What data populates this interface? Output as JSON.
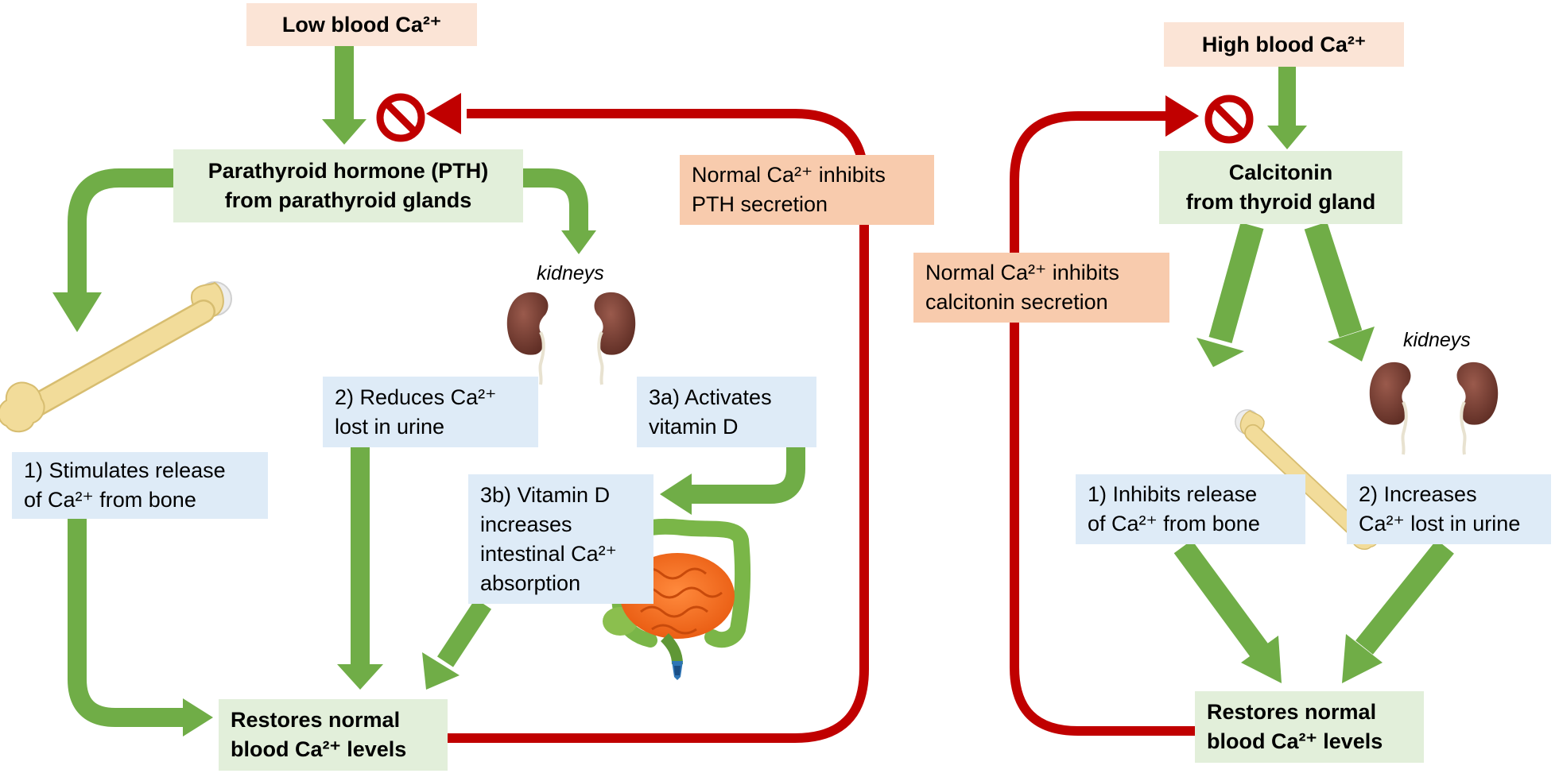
{
  "left": {
    "trigger": [
      "Low blood Ca²⁺"
    ],
    "hormone": [
      "Parathyroid hormone (PTH)",
      "from parathyroid glands"
    ],
    "feedback": [
      "Normal Ca²⁺ inhibits",
      "PTH secretion"
    ],
    "organ_label": "kidneys",
    "effect_bone": [
      "1) Stimulates release",
      "of Ca²⁺ from bone"
    ],
    "effect_kidney": [
      "2) Reduces Ca²⁺",
      "lost in urine"
    ],
    "effect_vitd": [
      "3a) Activates",
      "vitamin D"
    ],
    "effect_intestine": [
      "3b) Vitamin D",
      "increases",
      "intestinal Ca²⁺",
      "absorption"
    ],
    "result": [
      "Restores normal",
      "blood Ca²⁺ levels"
    ]
  },
  "right": {
    "trigger": [
      "High blood Ca²⁺"
    ],
    "hormone": [
      "Calcitonin",
      "from thyroid gland"
    ],
    "feedback": [
      "Normal Ca²⁺ inhibits",
      "calcitonin secretion"
    ],
    "organ_label": "kidneys",
    "effect_bone": [
      "1) Inhibits release",
      "of Ca²⁺ from bone"
    ],
    "effect_kidney": [
      "2) Increases",
      "Ca²⁺ lost in urine"
    ],
    "result": [
      "Restores normal",
      "blood Ca²⁺ levels"
    ]
  },
  "colors": {
    "stimulate_arrow": "#70ad47",
    "feedback_arrow": "#c00000",
    "trigger_fill": "#fbe4d6",
    "hormone_fill": "#e2efda",
    "effect_fill": "#deebf7",
    "inhibit_fill": "#f8cbad",
    "bone": "#f2dc9a",
    "kidney": "#7a3f33",
    "small_intestine": "#f36f21",
    "large_intestine": "#7ab648"
  },
  "icons": [
    "bone-illustration",
    "kidneys-illustration",
    "intestines-illustration",
    "no-entry-icon"
  ]
}
